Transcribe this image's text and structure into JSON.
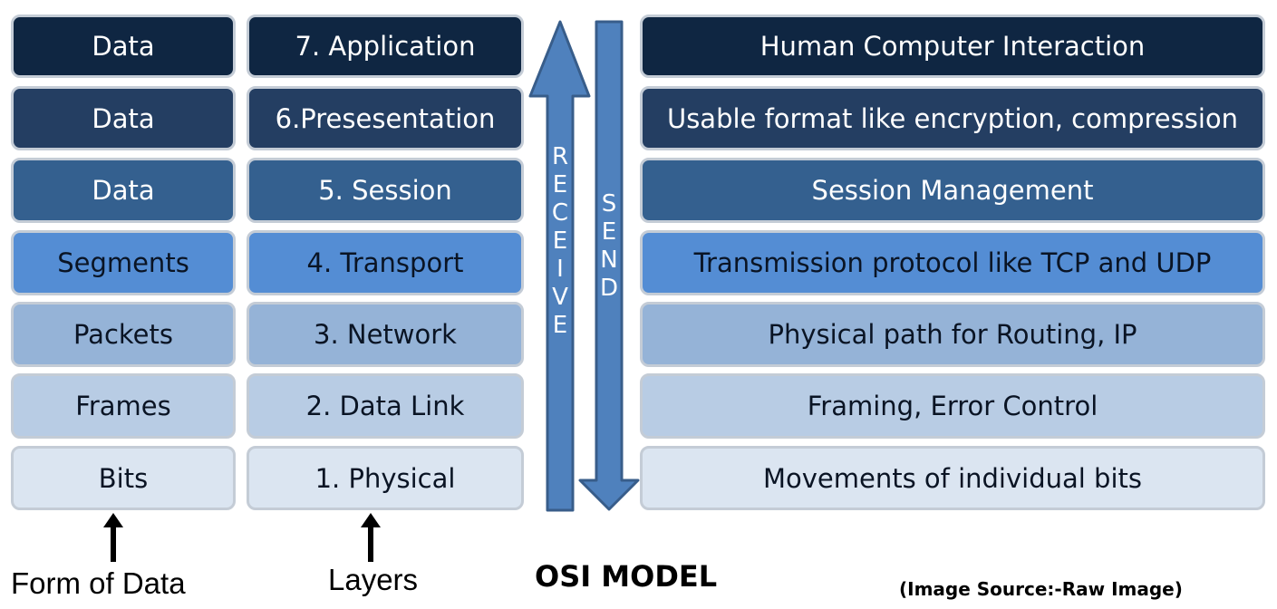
{
  "form_of_data": [
    "Data",
    "Data",
    "Data",
    "Segments",
    "Packets",
    "Frames",
    "Bits"
  ],
  "layers": [
    "7. Application",
    "6.Presesentation",
    "5. Session",
    "4. Transport",
    "3. Network",
    "2. Data Link",
    "1. Physical"
  ],
  "functions": [
    "Human Computer Interaction",
    "Usable format like encryption, compression",
    "Session Management",
    "Transmission protocol like TCP and UDP",
    "Physical path for Routing, IP",
    "Framing, Error Control",
    "Movements of individual bits"
  ],
  "arrows": {
    "receive": [
      "R",
      "E",
      "C",
      "E",
      "I",
      "V",
      "E"
    ],
    "send": [
      "S",
      "E",
      "N",
      "D"
    ]
  },
  "captions": {
    "form_of_data": "Form of Data",
    "layers": "Layers",
    "title": "OSI MODEL",
    "source": "(Image Source:-Raw Image)"
  },
  "colors": {
    "arrow_fill": "#4f81bd",
    "arrow_stroke": "#385d8a",
    "row_colors": [
      "#0f2642",
      "#243e62",
      "#34608f",
      "#548dd4",
      "#95b3d7",
      "#b8cce4",
      "#dbe5f1"
    ]
  }
}
